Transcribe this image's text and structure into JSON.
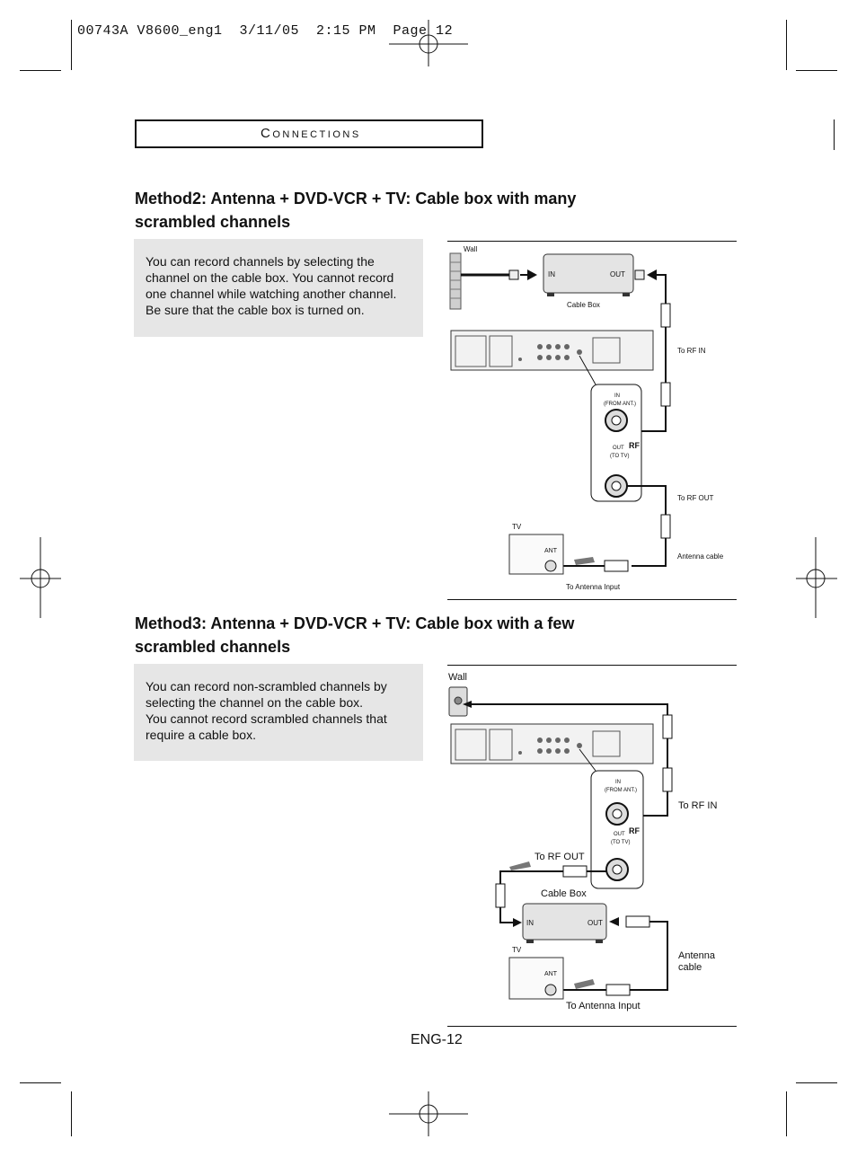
{
  "slug_line": "00743A V8600_eng1  3/11/05  2:15 PM  Page 12",
  "section_title": "Connections",
  "method2": {
    "heading_line1": "Method2: Antenna + DVD-VCR + TV: Cable box with many",
    "heading_line2": "scrambled channels",
    "note": "You can record channels by selecting the channel on the cable box. You cannot record one channel while watching another channel. Be sure that the cable box is turned on.",
    "diagram": {
      "wall": "Wall",
      "box_in": "IN",
      "box_out": "OUT",
      "cable_box": "Cable Box",
      "to_rf_in": "To RF IN",
      "in_label": "IN",
      "from_ant": "(FROM ANT.)",
      "out_label": "OUT",
      "to_tv": "(TO TV)",
      "rf": "RF",
      "to_rf_out": "To RF OUT",
      "tv": "TV",
      "ant": "ANT",
      "antenna_cable": "Antenna cable",
      "to_antenna_input": "To Antenna Input"
    }
  },
  "method3": {
    "heading_line1": "Method3: Antenna + DVD-VCR + TV: Cable box with a few",
    "heading_line2": "scrambled channels",
    "note_line1": "You can record non-scrambled channels by selecting the channel on the cable box.",
    "note_line2": "You cannot record scrambled channels that require a cable box.",
    "diagram": {
      "wall": "Wall",
      "in_label": "IN",
      "from_ant": "(FROM ANT.)",
      "out_label": "OUT",
      "to_tv": "(TO TV)",
      "rf": "RF",
      "to_rf_in": "To RF IN",
      "to_rf_out": "To RF OUT",
      "cable_box": "Cable Box",
      "box_in": "IN",
      "box_out": "OUT",
      "tv": "TV",
      "ant": "ANT",
      "antenna_cable_1": "Antenna",
      "antenna_cable_2": "cable",
      "to_antenna_input": "To Antenna Input"
    }
  },
  "page_number": "ENG-12"
}
